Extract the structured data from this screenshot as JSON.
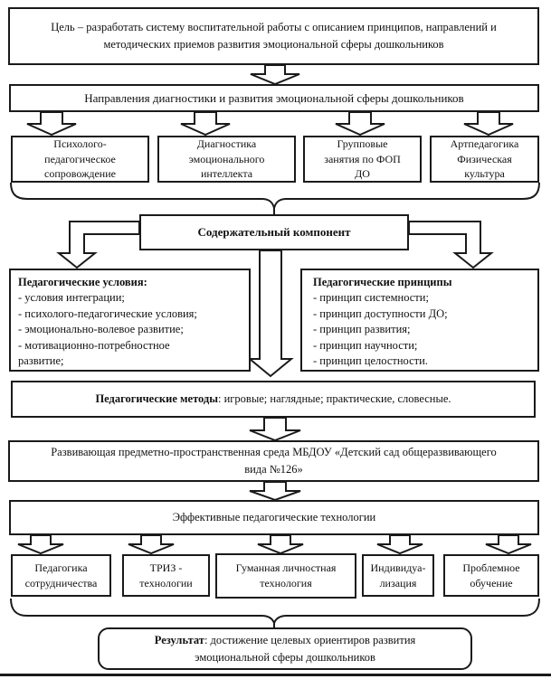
{
  "goal": {
    "text": "Цель – разработать систему воспитательной работы с описанием принципов, направлений и\nметодических приемов развития эмоциональной сферы дошкольников"
  },
  "directions": {
    "title": "Направления диагностики и развития эмоциональной сферы дошкольников",
    "items": [
      "Психолого-\nпедагогическое\nсопровождение",
      "Диагностика\nэмоционального\nинтеллекта",
      "Групповые\nзанятия по ФОП\nДО",
      "Артпедагогика\nФизическая\nкультура"
    ]
  },
  "content_component": {
    "title": "Содержательный компонент"
  },
  "conditions": {
    "title": "Педагогические условия:",
    "items_text": "- условия интеграции;\n- психолого-педагогические условия;\n- эмоционально-волевое развитие;\n-  мотивационно-потребностное\nразвитие;"
  },
  "principles": {
    "title": "Педагогические принципы",
    "items_text": "- принцип системности;\n- принцип доступности ДО;\n- принцип развития;\n- принцип научности;\n- принцип целостности."
  },
  "methods": {
    "label": "Педагогические методы",
    "text": ": игровые; наглядные; практические, словесные."
  },
  "environment": {
    "text": "Развивающая предметно-пространственная среда МБДОУ «Детский сад общеразвивающего\nвида №126»"
  },
  "technologies": {
    "title": "Эффективные педагогические технологии",
    "items": [
      "Педагогика\nсотрудничества",
      "ТРИЗ -\nтехнологии",
      "Гуманная личностная\nтехнология",
      "Индивидуа-\nлизация",
      "Проблемное\nобучение"
    ]
  },
  "result": {
    "label": "Результат",
    "text": ": достижение целевых ориентиров развития\nэмоциональной сферы дошкольников"
  },
  "colors": {
    "line": "#1a1a1a",
    "background": "#ffffff"
  }
}
